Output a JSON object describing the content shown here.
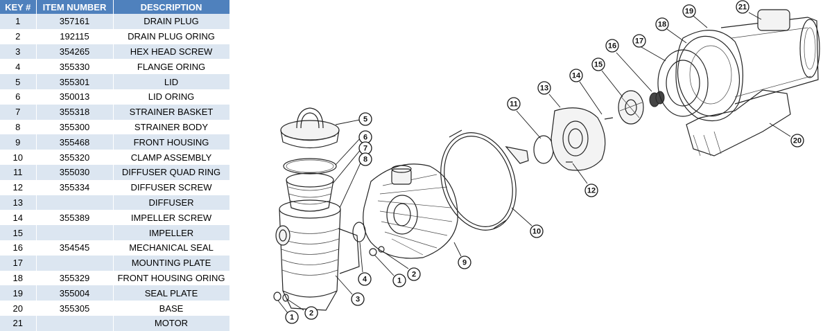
{
  "table": {
    "headers": {
      "key": "KEY #",
      "item": "ITEM NUMBER",
      "desc": "DESCRIPTION"
    },
    "rows": [
      {
        "key": "1",
        "item": "357161",
        "desc": "DRAIN PLUG"
      },
      {
        "key": "2",
        "item": "192115",
        "desc": "DRAIN PLUG ORING"
      },
      {
        "key": "3",
        "item": "354265",
        "desc": "HEX HEAD SCREW"
      },
      {
        "key": "4",
        "item": "355330",
        "desc": "FLANGE ORING"
      },
      {
        "key": "5",
        "item": "355301",
        "desc": "LID"
      },
      {
        "key": "6",
        "item": "350013",
        "desc": "LID ORING"
      },
      {
        "key": "7",
        "item": "355318",
        "desc": "STRAINER BASKET"
      },
      {
        "key": "8",
        "item": "355300",
        "desc": "STRAINER BODY"
      },
      {
        "key": "9",
        "item": "355468",
        "desc": "FRONT HOUSING"
      },
      {
        "key": "10",
        "item": "355320",
        "desc": "CLAMP ASSEMBLY"
      },
      {
        "key": "11",
        "item": "355030",
        "desc": "DIFFUSER QUAD RING"
      },
      {
        "key": "12",
        "item": "355334",
        "desc": "DIFFUSER SCREW"
      },
      {
        "key": "13",
        "item": "",
        "desc": "DIFFUSER"
      },
      {
        "key": "14",
        "item": "355389",
        "desc": "IMPELLER SCREW"
      },
      {
        "key": "15",
        "item": "",
        "desc": "IMPELLER"
      },
      {
        "key": "16",
        "item": "354545",
        "desc": "MECHANICAL SEAL"
      },
      {
        "key": "17",
        "item": "",
        "desc": "MOUNTING PLATE"
      },
      {
        "key": "18",
        "item": "355329",
        "desc": "FRONT HOUSING ORING"
      },
      {
        "key": "19",
        "item": "355004",
        "desc": "SEAL PLATE"
      },
      {
        "key": "20",
        "item": "355305",
        "desc": "BASE"
      },
      {
        "key": "21",
        "item": "",
        "desc": "MOTOR"
      }
    ]
  },
  "diagram": {
    "callouts": [
      "5",
      "6",
      "7",
      "8",
      "4",
      "3",
      "2",
      "1",
      "2",
      "1",
      "9",
      "10",
      "11",
      "12",
      "13",
      "14",
      "15",
      "16",
      "17",
      "18",
      "19",
      "21",
      "20"
    ]
  },
  "colors": {
    "header_bg": "#4f81bd",
    "row_stripe": "#dce6f1"
  }
}
